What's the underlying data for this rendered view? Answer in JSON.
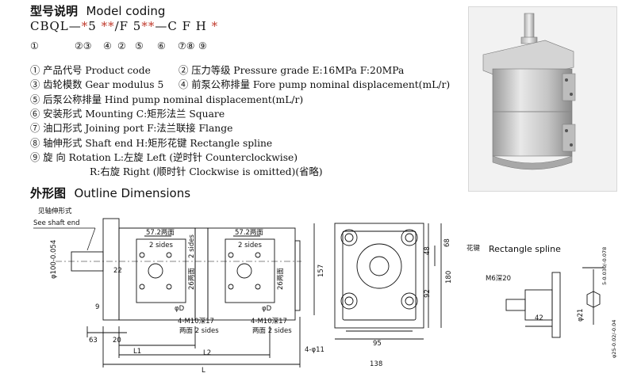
{
  "model_coding": {
    "title_cn": "型号说明",
    "title_en": "Model coding",
    "code_segments": [
      {
        "text": "CBQL—",
        "red": false
      },
      {
        "text": "*",
        "red": true
      },
      {
        "text": "5  ",
        "red": false
      },
      {
        "text": "*",
        "red": true
      },
      {
        "text": "*",
        "red": true
      },
      {
        "text": "/F  5",
        "red": false
      },
      {
        "text": "*",
        "red": true
      },
      {
        "text": "*",
        "red": true
      },
      {
        "text": "—C  F  H  ",
        "red": false
      },
      {
        "text": "*",
        "red": true
      }
    ],
    "code_indices": [
      "①",
      "②③",
      "④",
      "②",
      "⑤",
      "⑥",
      "⑦⑧",
      "⑨"
    ]
  },
  "descriptions": [
    {
      "num": "①",
      "text": "产品代号 Product code",
      "extra": "②  压力等级 Pressure grade     E:16MPa      F:20MPa"
    },
    {
      "num": "③",
      "text": "齿轮模数 Gear modulus 5",
      "extra": "④  前泵公称排量 Fore pump nominal displacement(mL/r)"
    },
    {
      "num": "⑤",
      "text": "后泵公称排量 Hind pump nominal displacement(mL/r)",
      "extra": ""
    },
    {
      "num": "⑥",
      "text": "安装形式 Mounting C:矩形法兰   Square",
      "extra": ""
    },
    {
      "num": "⑦",
      "text": "油口形式 Joining port F:法兰联接 Flange",
      "extra": ""
    },
    {
      "num": "⑧",
      "text": "轴伸形式 Shaft end   H:矩形花键 Rectangle spline",
      "extra": ""
    },
    {
      "num": "⑨",
      "text": "旋      向 Rotation   L:左旋 Left (逆时针 Counterclockwise)",
      "extra": ""
    },
    {
      "num": "",
      "text": "R:右旋 Right (顺时针 Clockwise is omitted)(省略)",
      "extra": ""
    }
  ],
  "outline": {
    "title_cn": "外形图",
    "title_en": "Outline Dimensions",
    "see_shaft_cn": "见轴伸形式",
    "see_shaft_en": "See shaft end",
    "labels": {
      "d10": "φ100-0.054",
      "d22": "22",
      "d9": "9",
      "d63": "63",
      "d20": "20",
      "L1": "L1",
      "L2": "L2",
      "L": "L",
      "port1_top": "57.2两面",
      "port1_sides": "2 sides",
      "port1_d": "φD",
      "port1_bolt": "4-M10深17",
      "port1_bolt_en": "两面 2 sides",
      "d26_1": "26两面",
      "sides_v": "2 sides",
      "port2_top": "57.2两面",
      "port2_sides": "2 sides",
      "port2_d": "φD",
      "port2_bolt": "4-M10深17",
      "port2_bolt_en": "两面 2 sides",
      "d26_2": "26两面",
      "d157": "157",
      "d68": "68",
      "d48": "48",
      "d180": "180",
      "d92": "92",
      "d95": "95",
      "d138": "138",
      "holes": "4-φ11",
      "spline_cn": "花键",
      "spline_en": "Rectangle spline",
      "m6": "M6深20",
      "d42": "42",
      "d21": "φ21",
      "d5": "5-0.030/-0.078",
      "d25": "φ25-0.02/-0.04"
    }
  },
  "colors": {
    "accent_red": "#c0392b",
    "ink": "#111111"
  }
}
